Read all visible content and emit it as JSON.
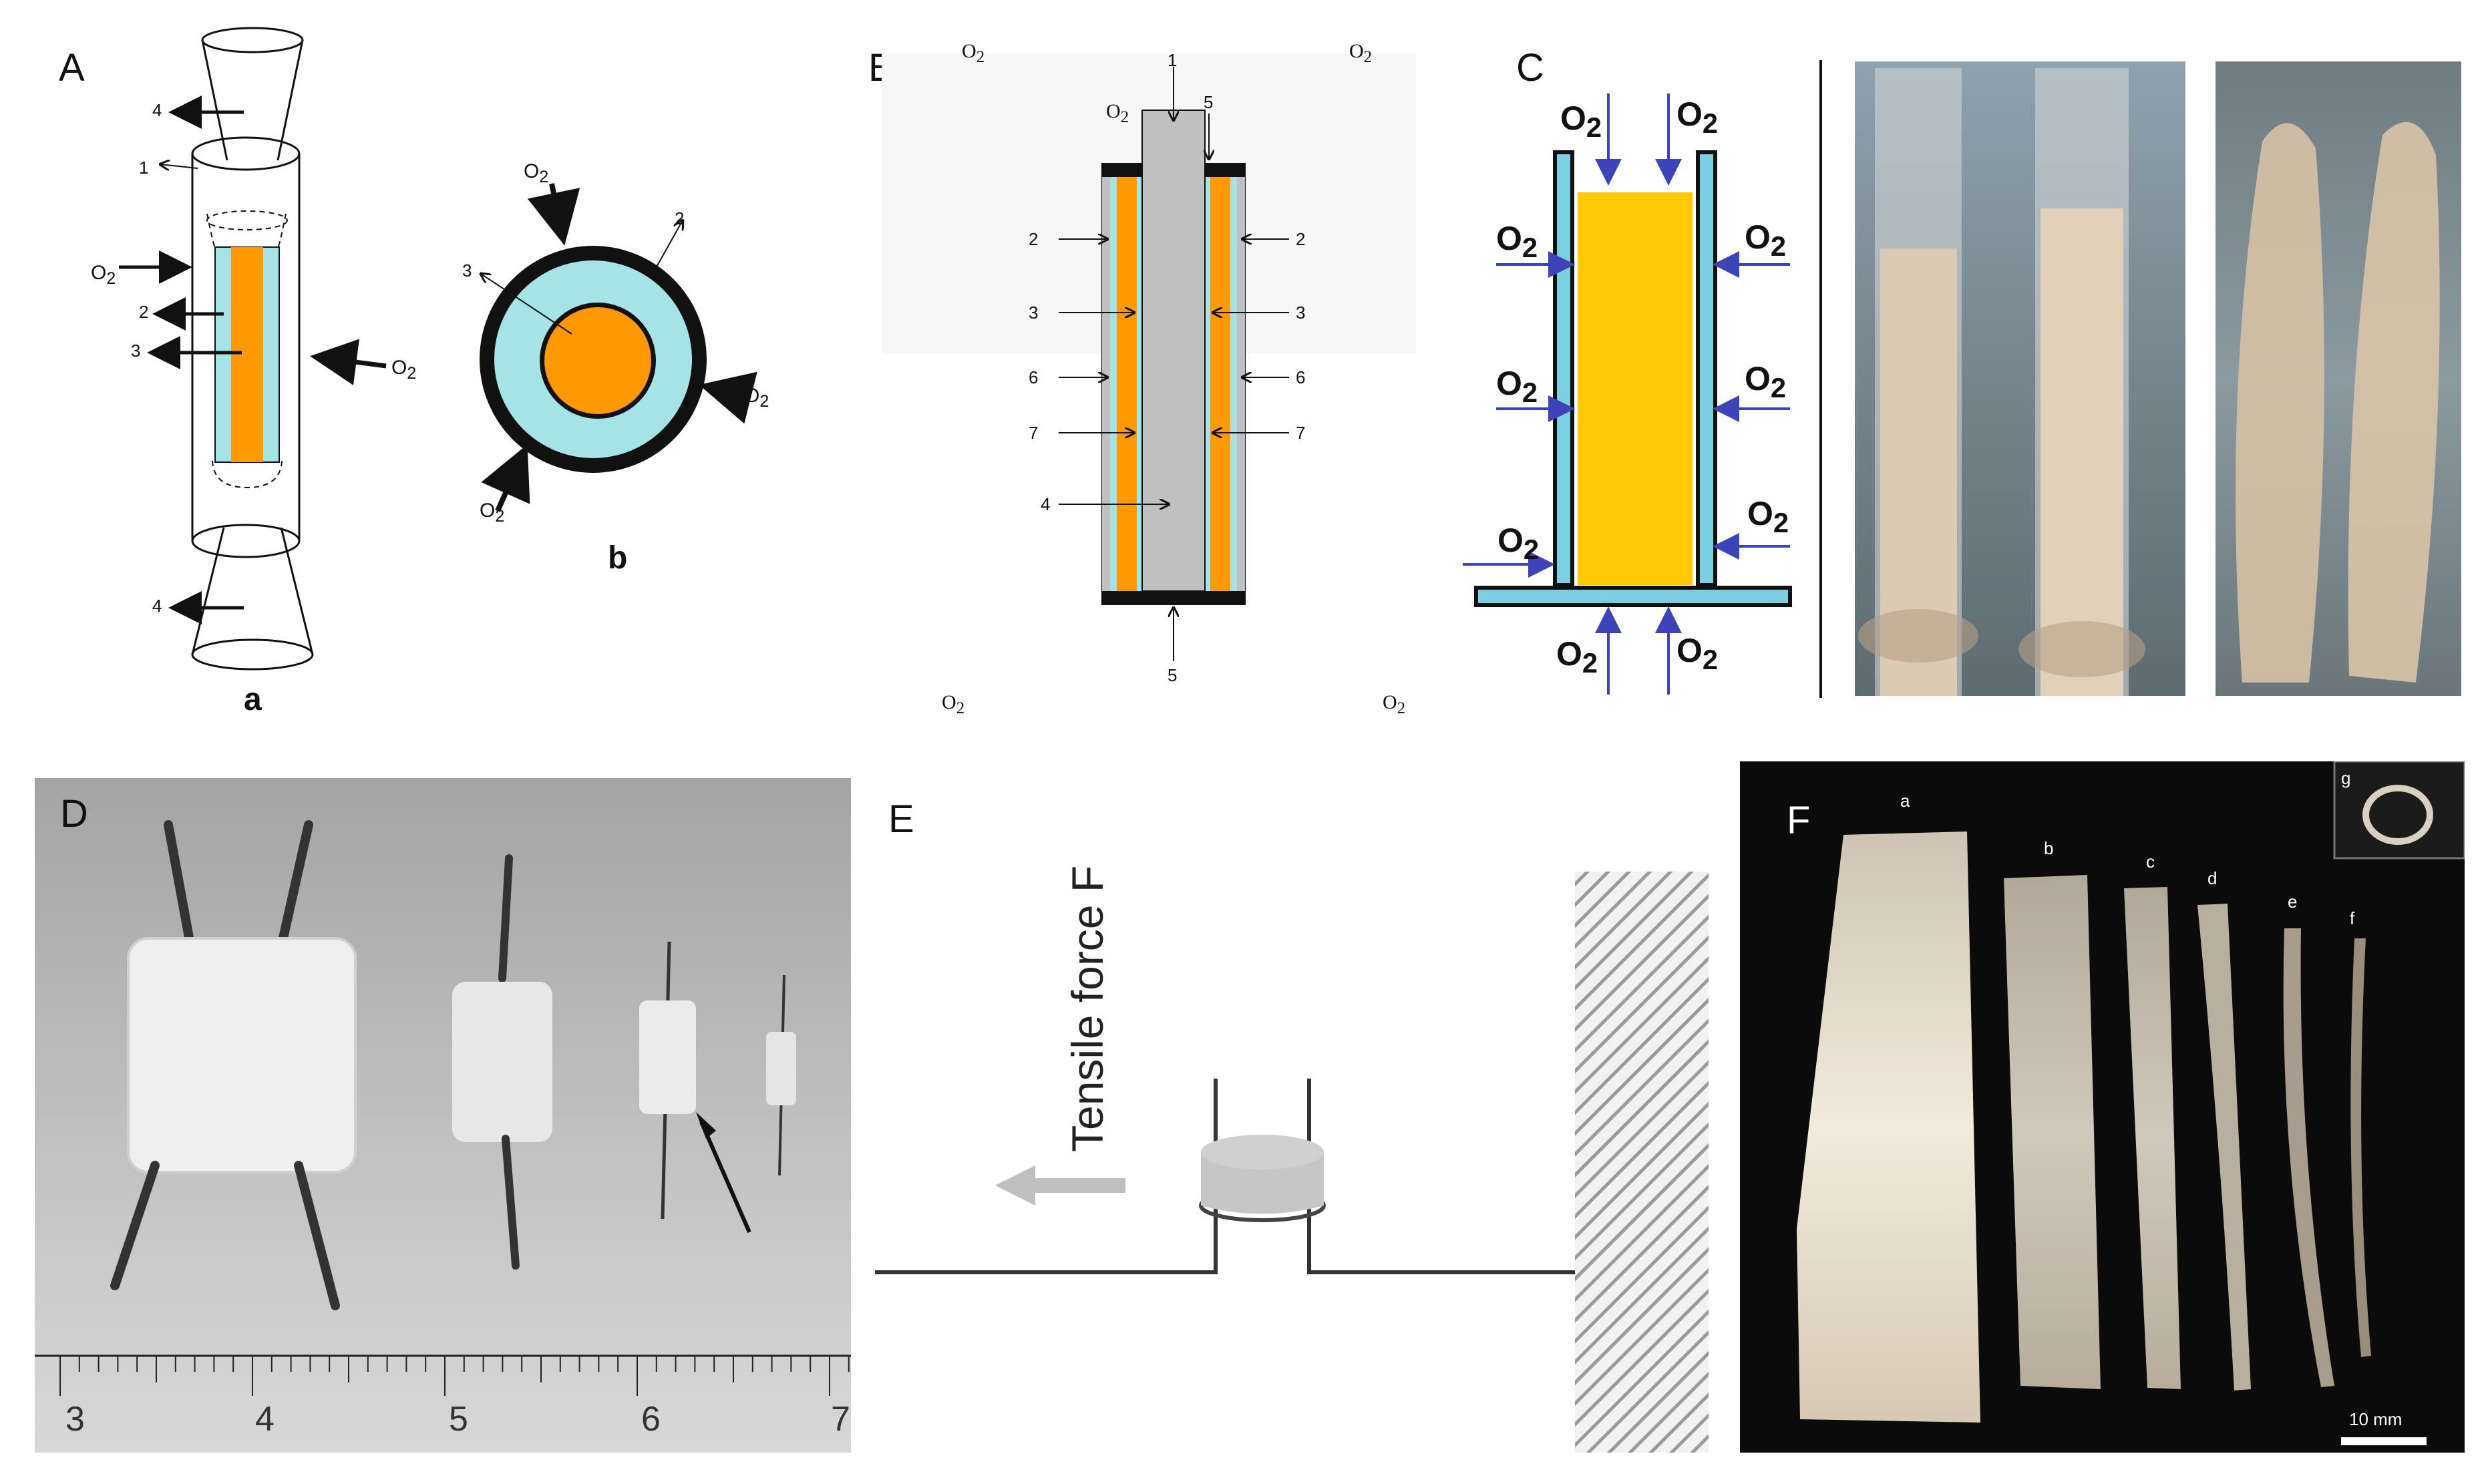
{
  "panels": {
    "A": {
      "label": "A",
      "sub_a": "a",
      "sub_b": "b",
      "callouts": [
        "4",
        "1",
        "2",
        "3",
        "4",
        "2",
        "3"
      ],
      "o2": "O2"
    },
    "B": {
      "label": "B",
      "callouts_left": [
        "2",
        "3",
        "6",
        "7",
        "4"
      ],
      "callouts_right": [
        "2",
        "3",
        "6",
        "7"
      ],
      "top": "1",
      "top_right": "5",
      "bottom": "5",
      "o2": "O2"
    },
    "C": {
      "label": "C",
      "o2": "O2"
    },
    "D": {
      "label": "D",
      "ruler_ticks": [
        "3",
        "4",
        "5",
        "6",
        "7"
      ]
    },
    "E": {
      "label": "E",
      "force_label": "Tensile force F"
    },
    "F": {
      "label": "F",
      "strip_labels": [
        "a",
        "b",
        "c",
        "d",
        "e",
        "f"
      ],
      "inset_label": "g",
      "scale_label": "10 mm"
    }
  },
  "colors": {
    "orange": "#ff9900",
    "light_blue": "#a6e3e6",
    "yellow": "#ffc800",
    "cyan": "#7ccfe0",
    "arrow_blue": "#3d44b8"
  }
}
